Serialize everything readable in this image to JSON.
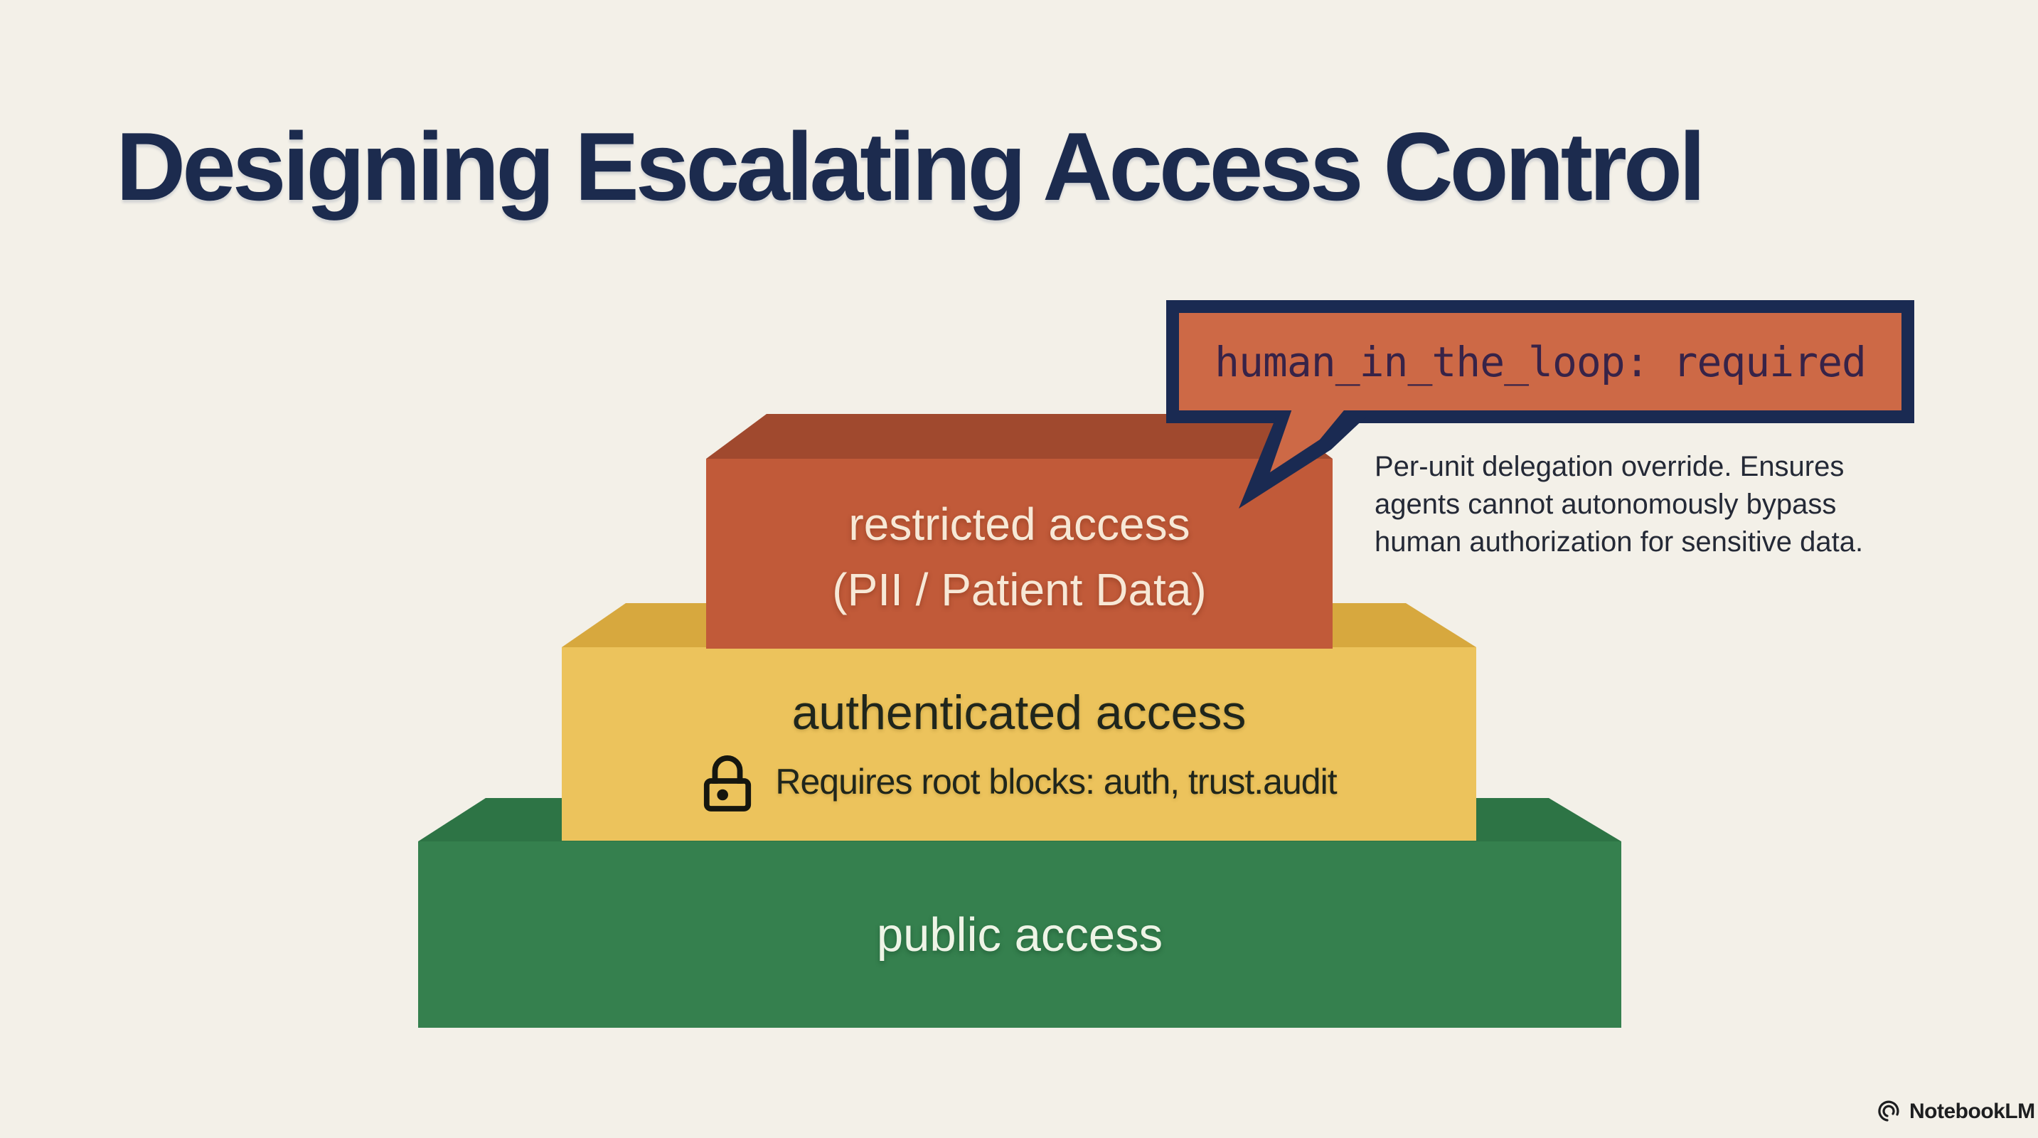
{
  "title": "Designing Escalating Access Control",
  "callout": {
    "code": "human_in_the_loop: required",
    "note_lines": [
      "Per-unit delegation override. Ensures",
      "agents cannot autonomously bypass",
      "human authorization for sensitive data."
    ]
  },
  "pyramid": {
    "levels": [
      {
        "name": "restricted",
        "label_line1": "restricted access",
        "label_line2": "(PII / Patient Data)",
        "front_color": "#c15a39",
        "top_color": "#a0492e"
      },
      {
        "name": "authenticated",
        "label": "authenticated access",
        "sub_label": "Requires root blocks: auth, trust.audit",
        "icon": "lock-icon",
        "front_color": "#ecc35c",
        "top_color": "#d7a83e"
      },
      {
        "name": "public",
        "label": "public access",
        "front_color": "#35804e",
        "top_color": "#2d7445"
      }
    ]
  },
  "branding": {
    "logo_text": "NotebookLM",
    "logo_icon": "notebooklm-swirl-icon"
  },
  "colors": {
    "background": "#f3f0e8",
    "title_text": "#1c2b4e",
    "callout_fill": "#cd6946",
    "callout_border": "#1a2a52",
    "callout_code_text": "#372348",
    "note_text": "#242936",
    "restricted_label_text": "#f7e8d6",
    "authenticated_label_text": "#20261c",
    "public_label_text": "#eef4e6"
  }
}
